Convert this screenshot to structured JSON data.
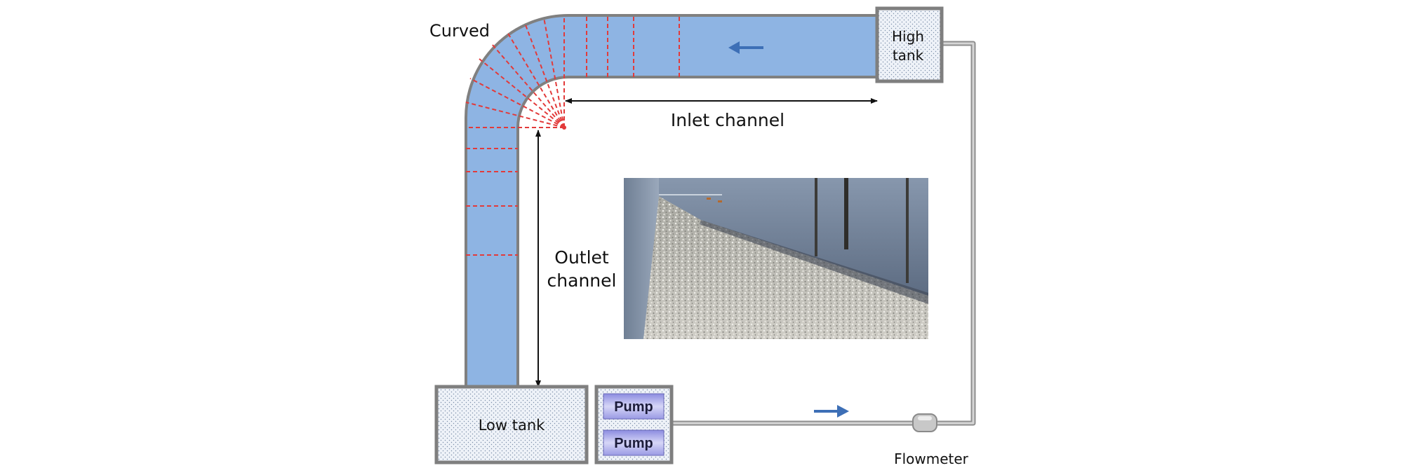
{
  "labels": {
    "curved": "Curved",
    "high_tank_line1": "High",
    "high_tank_line2": "tank",
    "inlet_channel": "Inlet channel",
    "outlet_channel_line1": "Outlet",
    "outlet_channel_line2": "channel",
    "low_tank": "Low tank",
    "pump_1": "Pump",
    "pump_2": "Pump",
    "flowmeter": "Flowmeter"
  },
  "colors": {
    "channel_fill": "#8eb4e3",
    "channel_border": "#7f7f7f",
    "section_lines": "#e23a3a",
    "flow_arrow": "#3d6fb6",
    "pipe": "#9a9a9a",
    "pump_fill": "#b4b4ec"
  },
  "icons": {
    "inlet_flow_arrow": "arrow-left-icon",
    "return_flow_arrow": "arrow-right-icon",
    "flowmeter": "flowmeter-icon"
  },
  "photo": {
    "subject": "gravel-bed-channel-photo"
  }
}
